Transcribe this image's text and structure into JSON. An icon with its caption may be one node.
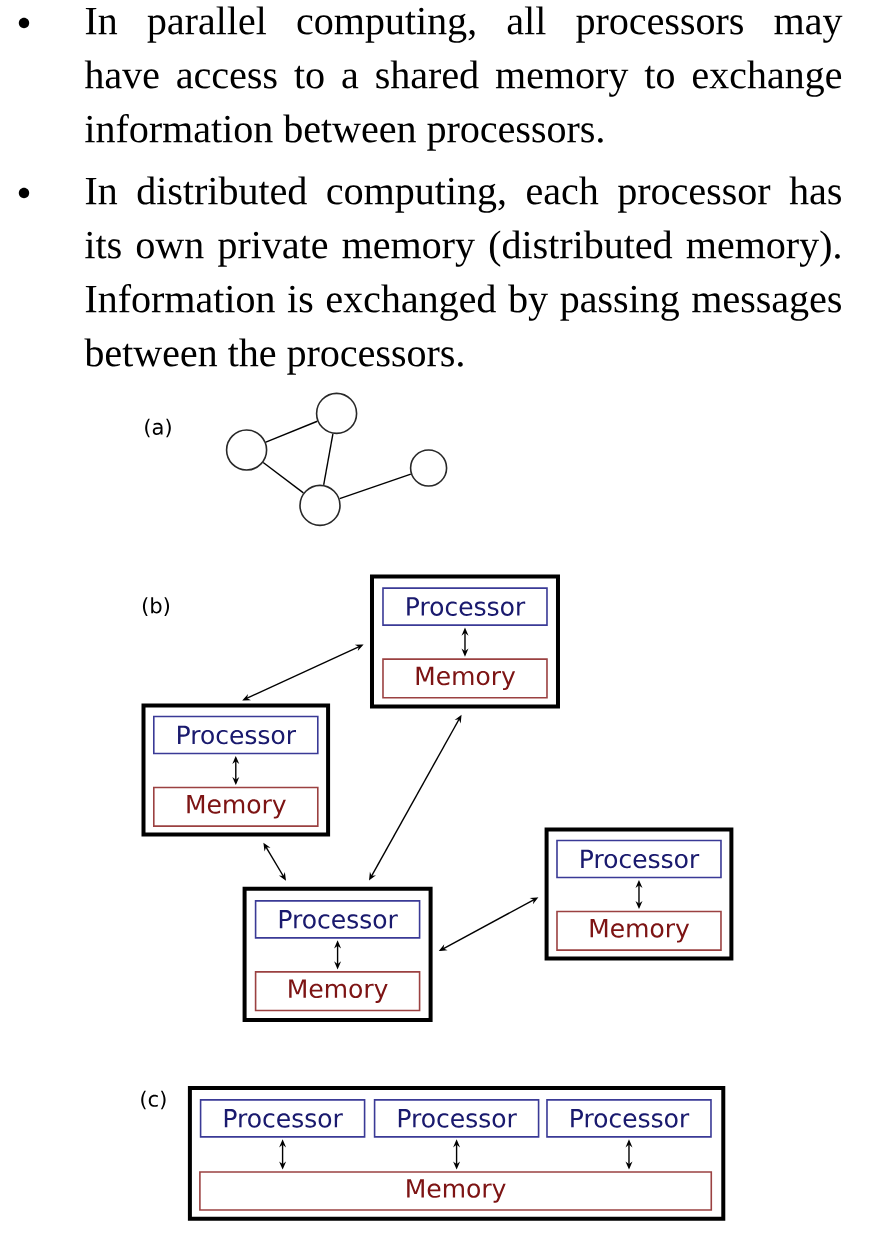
{
  "diagram": {
    "nodes": [
      {
        "text": [],
        "shape": "circle"
      },
      {
        "text": [],
        "shape": "circle"
      },
      {
        "text": [],
        "shape": "circle"
      },
      {
        "text": [],
        "shape": "circle"
      },
      {
        "text": [],
        "shape": "box"
      },
      {
        "text": [
          "Processor"
        ],
        "in": 4
      },
      {
        "text": [
          "Memory"
        ],
        "in": 4
      },
      {
        "text": [],
        "shape": "box"
      },
      {
        "text": [
          "Processor"
        ],
        "in": 7
      },
      {
        "text": [
          "Memory"
        ],
        "in": 7
      },
      {
        "text": [],
        "shape": "box"
      },
      {
        "text": [
          "Processor"
        ],
        "in": 10
      },
      {
        "text": [
          "Memory"
        ],
        "in": 10
      },
      {
        "text": [],
        "shape": "box"
      },
      {
        "text": [
          "Processor"
        ],
        "in": 13
      },
      {
        "text": [
          "Memory"
        ],
        "in": 13
      },
      {
        "text": [],
        "shape": "box"
      },
      {
        "text": [
          "Processor"
        ],
        "in": 16
      },
      {
        "text": [
          "Processor"
        ],
        "in": 16
      },
      {
        "text": [
          "Processor"
        ],
        "in": 16
      },
      {
        "text": [
          "Memory"
        ],
        "in": 16
      }
    ],
    "edges": [
      {
        "from": 0,
        "to": 1,
        "arrow": "none"
      },
      {
        "from": 0,
        "to": 2,
        "arrow": "none"
      },
      {
        "from": 1,
        "to": 2,
        "arrow": "none"
      },
      {
        "from": 2,
        "to": 3,
        "arrow": "none"
      },
      {
        "from": 5,
        "to": 6,
        "arrow": "both"
      },
      {
        "from": 8,
        "to": 9,
        "arrow": "both"
      },
      {
        "from": 11,
        "to": 12,
        "arrow": "both"
      },
      {
        "from": 14,
        "to": 15,
        "arrow": "both"
      },
      {
        "from": 7,
        "to": 4,
        "arrow": "both"
      },
      {
        "from": 4,
        "to": 13,
        "arrow": "both"
      },
      {
        "from": 7,
        "to": 13,
        "arrow": "both"
      },
      {
        "from": 13,
        "to": 10,
        "arrow": "both"
      },
      {
        "from": 17,
        "to": 20,
        "arrow": "both"
      },
      {
        "from": 18,
        "to": 20,
        "arrow": "both"
      },
      {
        "from": 19,
        "to": 20,
        "arrow": "both"
      }
    ],
    "labels": [
      "In parallel computing, all processors may have access to a shared memory to exchange information between processors.",
      "In distributed computing, each processor has its own private memory (distributed memory). Information is exchanged by passing messages between the processors.",
      "(a)",
      "(b)",
      "(c)"
    ]
  }
}
